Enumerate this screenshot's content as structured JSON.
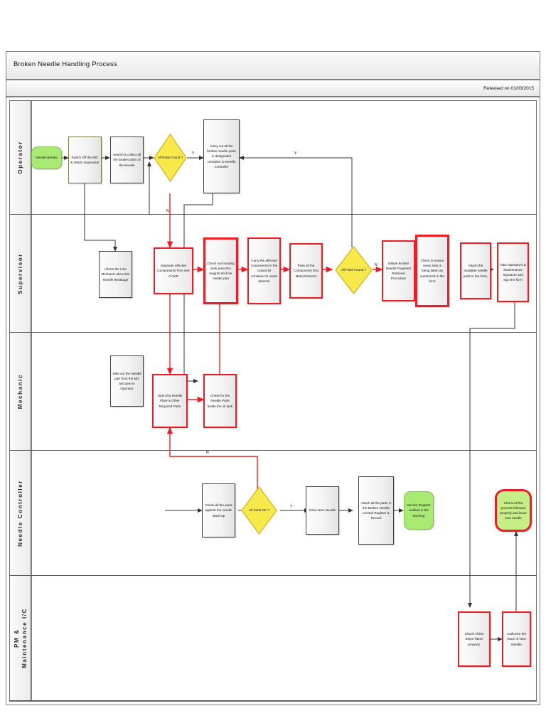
{
  "document": {
    "title": "Broken Needle Handling Process",
    "released": "Released on 01/03/2015"
  },
  "colors": {
    "red": "#ee1c23",
    "green": "#a9ea73",
    "yellow": "#f7e94a",
    "grey_line": "#404040",
    "lane_border": "#5a5a5a"
  },
  "lanes": [
    {
      "id": "operator",
      "label": "Operator"
    },
    {
      "id": "supervisor",
      "label": "Supervisor"
    },
    {
      "id": "mechanic",
      "label": "Mechanic"
    },
    {
      "id": "needle-controller",
      "label": "Needle Controller"
    },
    {
      "id": "pm-maintenance",
      "label": "PM &\nMaintenance I/C"
    }
  ],
  "nodes": {
    "n_needle_breaks": "Needle Breaks",
    "n_switch_off": "Switch Off the M/C & Inform Supervisor",
    "n_search_collect": "Search & collect all the broken parts of the Needle",
    "n_all_parts_found_1": "All Parts Found ?",
    "n_carry_out": "Carry out all the broken needle parts in designated container to Needle Controller",
    "n_inform_mechanic": "Inform the Line Mechanic about the Needle Breakage",
    "n_separate_affected": "Separate affected Components from rest of WIP",
    "n_check_surrounding": "Check surrounding work area thru magnet stick for needle part",
    "n_carry_affected": "Carry the affected components in the closed lid container to metal detector",
    "n_pass_components": "Pass all the Components thru Metal Detector",
    "n_all_parts_found_2": "All Parts Found ?",
    "n_initiate_retrieval": "Initiate Broken Needle Fragment Retrieval Procedure",
    "n_check_ensure": "Check & ensure every step is being taken as mentioned in the form",
    "n_attach_available": "Attach the available needle parts in the form.",
    "n_take_signature": "Take Operator's & Maintenance Signature and sign the form",
    "n_take_out_needle": "Take out the Needle part from the M/c and give to Operator",
    "n_open_needle_plate": "Open the Needle Plate & Other Required Parts",
    "n_check_oil_tank": "Check for the Needle Parts inside the oil tank",
    "n_check_against_mock": "Check all the parts against the needle Mock-up",
    "n_all_parts_ok": "All Parts OK ?",
    "n_issue_new_needle": "Issue New Needle",
    "n_attach_register": "Attach all the parts in the Broken Needle Control Register & Record",
    "n_get_register": "Get the Register Audited in the Evening",
    "n_check_process": "Check all the process followed properly and issue new needle",
    "n_check_all_steps": "Check All the Steps Taken properly.",
    "n_authorize_issue": "Authorize the issue of New Needle"
  },
  "edge_labels": {
    "e_yes_1": "Y",
    "e_no_1": "N",
    "e_yes_2": "Y",
    "e_no_2": "N",
    "e_yes_3": "Y",
    "e_no_3": "N"
  }
}
